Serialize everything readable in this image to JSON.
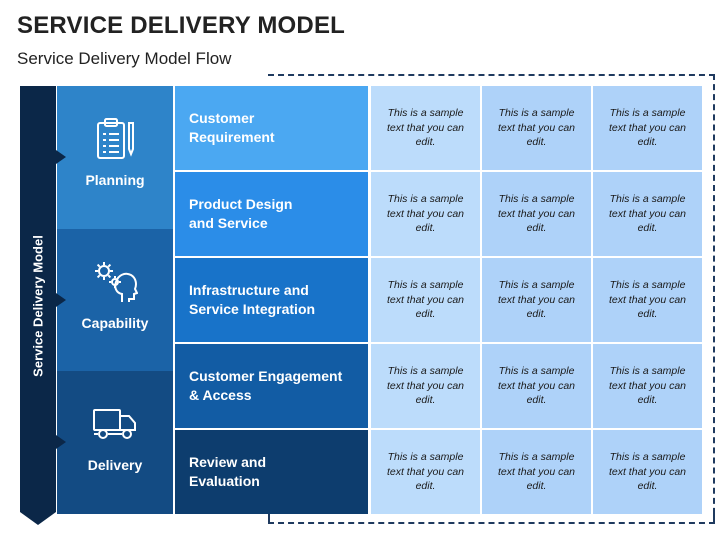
{
  "title": "SERVICE DELIVERY MODEL",
  "subtitle": "Service Delivery Model Flow",
  "side_label": "Service Delivery Model",
  "phases": [
    {
      "label": "Planning",
      "icon": "clipboard-icon",
      "color": "#2e84c9"
    },
    {
      "label": "Capability",
      "icon": "head-gears-icon",
      "color": "#1b63a7"
    },
    {
      "label": "Delivery",
      "icon": "truck-icon",
      "color": "#134b83"
    }
  ],
  "steps": [
    {
      "label_line1": "Customer",
      "label_line2": "Requirement",
      "color": "#4ba8f2"
    },
    {
      "label_line1": "Product Design",
      "label_line2": "and Service",
      "color": "#2b8de8"
    },
    {
      "label_line1": "Infrastructure and",
      "label_line2": "Service Integration",
      "color": "#1873c9"
    },
    {
      "label_line1": "Customer Engagement",
      "label_line2": "& Access",
      "color": "#125ca4"
    },
    {
      "label_line1": "Review and",
      "label_line2": "Evaluation",
      "color": "#0d3d6e"
    }
  ],
  "cell_text": "This is a sample text that you can edit.",
  "colors": {
    "cell_column_1": "#bcdcfb",
    "cell_column_2_3": "#aed2f9",
    "arrow": "#0b2748",
    "dashed_border": "#1f3a5f"
  }
}
